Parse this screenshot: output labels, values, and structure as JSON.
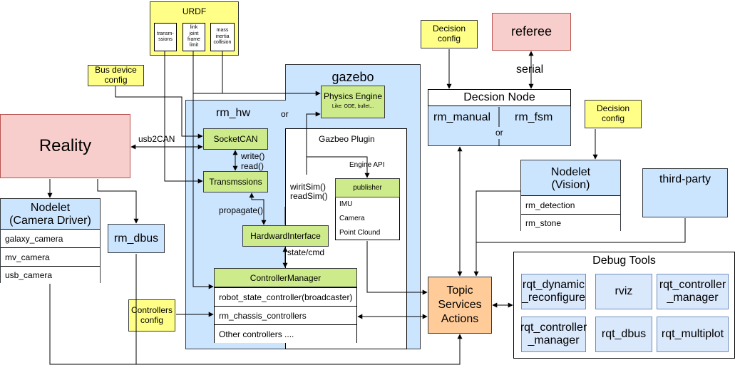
{
  "urdf": {
    "title": "URDF",
    "transmissions": "transm-\nssions",
    "link": "link\njoint\nframe\nlimit",
    "mass": "mass\ninertia\ncollision"
  },
  "bus_device_config": "Bus device\nconfig",
  "reality": "Reality",
  "usb2can": "usb2CAN",
  "gazebo": "gazebo",
  "physics_engine": {
    "title": "Physics Engine",
    "sub": "Like: ODE, bullet..."
  },
  "or_label": "or",
  "rm_hw": "rm_hw",
  "socketcan": "SocketCAN",
  "write": "write()",
  "read": "read()",
  "transmissions": "Transmssions",
  "propagate": "propagate()",
  "hardware_interface": "HardwardInterface",
  "state_cmd": "state/cmd",
  "gazebo_plugin": "Gazbeo Plugin",
  "engine_api": "Engine API",
  "write_sim": "wiritSim()\nreadSim()",
  "publisher": {
    "title": "publisher",
    "items": [
      "IMU",
      "Camera",
      "Point Clound"
    ]
  },
  "controller_manager": {
    "title": "ControllerManager",
    "items": [
      "robot_state_controller(broadcaster)",
      "rm_chassis_controllers",
      "Other controllers ...."
    ]
  },
  "controllers_config": "Controllers\nconfig",
  "camera_driver": {
    "title": "Nodelet\n(Camera Driver)",
    "items": [
      "galaxy_camera",
      "mv_camera",
      "usb_camera"
    ]
  },
  "rm_dbus": "rm_dbus",
  "decision_config_1": "Decision\nconfig",
  "referee": "referee",
  "serial": "serial",
  "decision_node": {
    "title": "Decsion Node",
    "left": "rm_manual",
    "right": "rm_fsm",
    "or": "or"
  },
  "decision_config_2": "Decision\nconfig",
  "vision": {
    "title": "Nodelet\n(Vision)",
    "items": [
      "rm_detection",
      "rm_stone"
    ]
  },
  "third_party": "third-party",
  "topic": "Topic\nServices\nActions",
  "debug_tools": {
    "title": "Debug Tools",
    "items": [
      "rqt_dynamic\n_reconfigure",
      "rviz",
      "rqt_controller\n_manager",
      "rqt_controller\n_manager",
      "rqt_dbus",
      "rqt_multiplot"
    ]
  }
}
